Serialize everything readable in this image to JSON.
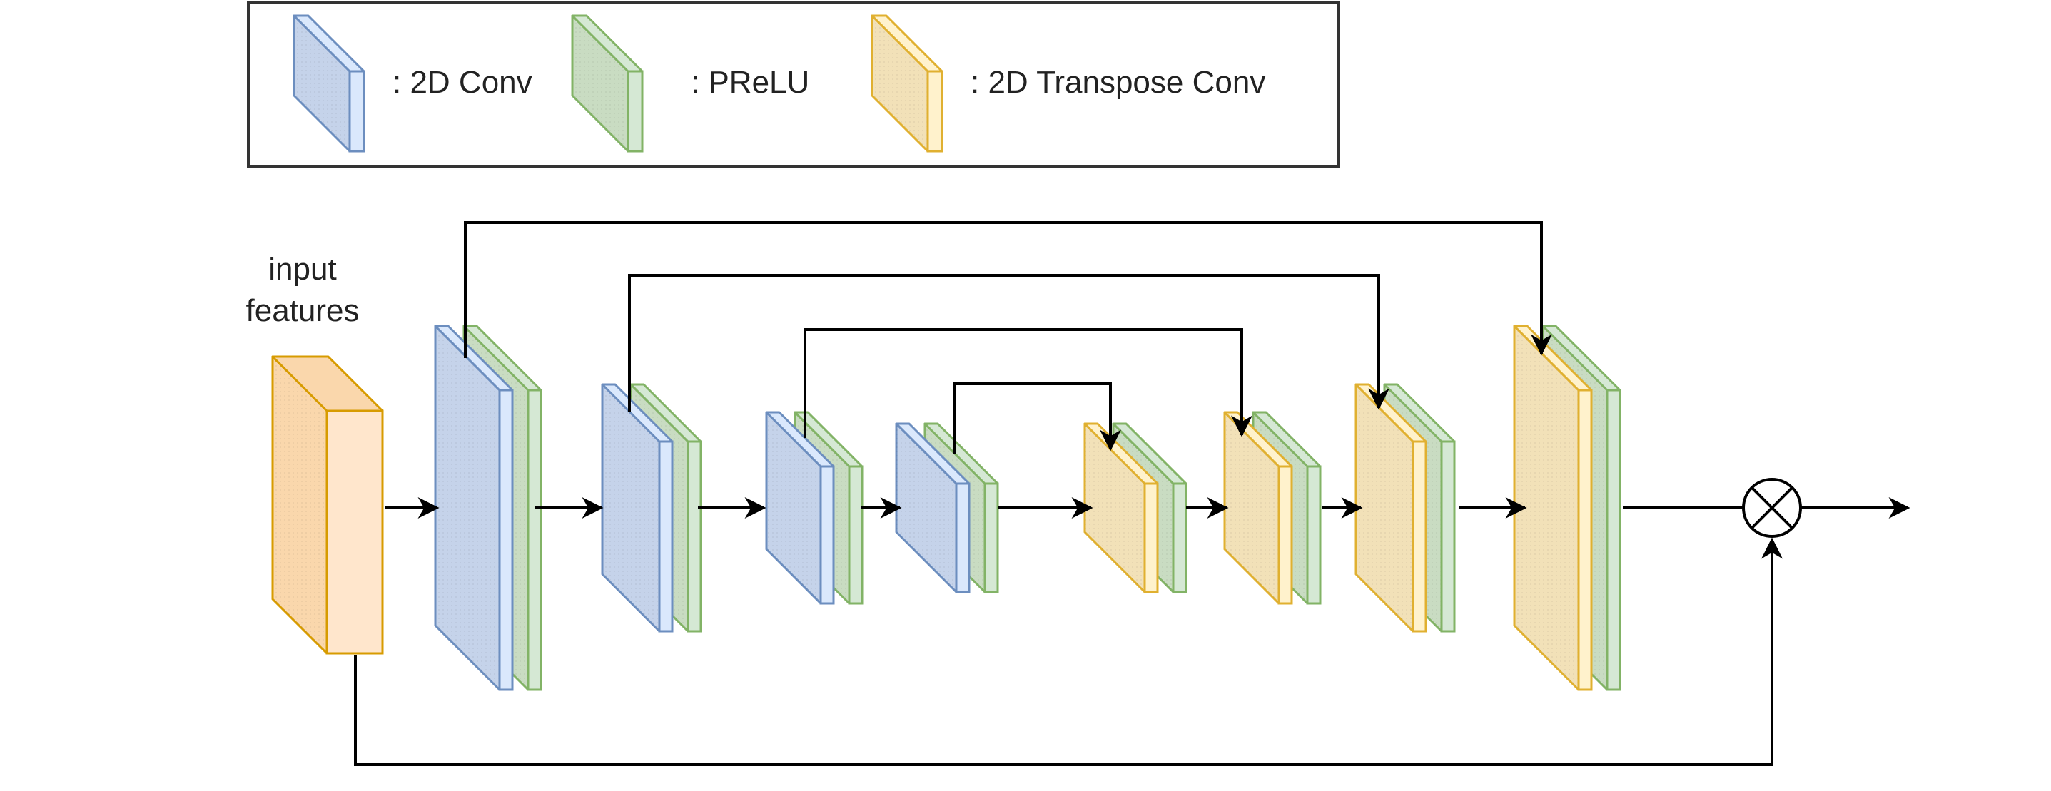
{
  "legend": {
    "items": [
      {
        "label": ": 2D Conv",
        "kind": "conv"
      },
      {
        "label": ": PReLU",
        "kind": "prelu"
      },
      {
        "label": ": 2D Transpose Conv",
        "kind": "tconv"
      }
    ]
  },
  "input": {
    "label_line1": "input",
    "label_line2": "features"
  },
  "colors": {
    "conv_fill": "#c5d3ea",
    "conv_side": "#dae8fc",
    "conv_stroke": "#6c8ebf",
    "prelu_fill": "#c9dcc2",
    "prelu_side": "#d5e8d4",
    "prelu_stroke": "#82b366",
    "tconv_fill": "#f2e1b8",
    "tconv_side": "#fff2cc",
    "tconv_stroke": "#e0b030",
    "input_fill": "#fad7ac",
    "input_side": "#ffe6cc",
    "input_stroke": "#d79b00",
    "line": "#000000"
  },
  "encoder_blocks": [
    "conv+prelu",
    "conv+prelu",
    "conv+prelu",
    "conv+prelu"
  ],
  "decoder_blocks": [
    "tconv+prelu",
    "tconv+prelu",
    "tconv+prelu",
    "tconv+prelu"
  ],
  "output_operator": "multiply-circle-icon"
}
